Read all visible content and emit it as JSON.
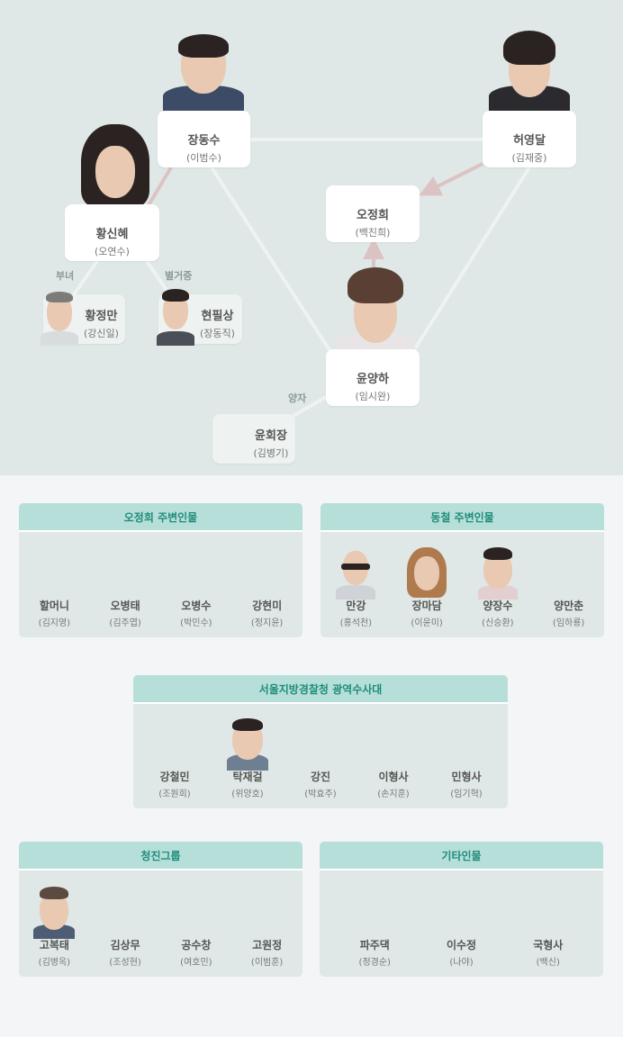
{
  "colors": {
    "top_bg": "#dfe8e6",
    "section_header": "#b7dfda",
    "section_title": "#1f8c78",
    "line_light": "#eef2f2",
    "line_pink": "#dcc3c3"
  },
  "main_chart": {
    "jang_dongsu": {
      "name": "장동수",
      "actor": "(이범수)"
    },
    "heo_yeongdal": {
      "name": "허영달",
      "actor": "(김재중)"
    },
    "hwang_sinhye": {
      "name": "황신혜",
      "actor": "(오연수)"
    },
    "oh_jeonghui": {
      "name": "오정희",
      "actor": "(백진희)"
    },
    "yoon_yangha": {
      "name": "윤양하",
      "actor": "(임시완)"
    },
    "hwang_jeongman": {
      "name": "황정만",
      "actor": "(강신일)"
    },
    "hyeon_pilsang": {
      "name": "현필상",
      "actor": "(장동직)"
    },
    "yoon_chairman": {
      "name": "윤회장",
      "actor": "(김병기)"
    },
    "relations": {
      "father_daughter": "부녀",
      "separated": "별거중",
      "adopted_son": "양자"
    }
  },
  "sections": [
    {
      "title": "오정희 주변인물",
      "members": [
        {
          "name": "할머니",
          "actor": "(김지영)"
        },
        {
          "name": "오병태",
          "actor": "(김주엽)"
        },
        {
          "name": "오병수",
          "actor": "(박민수)"
        },
        {
          "name": "강현미",
          "actor": "(정지윤)"
        }
      ]
    },
    {
      "title": "동철 주변인물",
      "members": [
        {
          "name": "만강",
          "actor": "(홍석천)"
        },
        {
          "name": "장마담",
          "actor": "(이윤미)"
        },
        {
          "name": "양장수",
          "actor": "(신승환)"
        },
        {
          "name": "양만춘",
          "actor": "(임하룡)"
        }
      ]
    },
    {
      "title": "서울지방경찰청 광역수사대",
      "members": [
        {
          "name": "강철민",
          "actor": "(조원희)"
        },
        {
          "name": "탁재걸",
          "actor": "(위양호)"
        },
        {
          "name": "강진",
          "actor": "(박효주)"
        },
        {
          "name": "이형사",
          "actor": "(손지훈)"
        },
        {
          "name": "민형사",
          "actor": "(임기혁)"
        }
      ]
    },
    {
      "title": "청진그룹",
      "members": [
        {
          "name": "고복태",
          "actor": "(김병옥)"
        },
        {
          "name": "김상무",
          "actor": "(조성현)"
        },
        {
          "name": "공수창",
          "actor": "(여호민)"
        },
        {
          "name": "고원정",
          "actor": "(이범훈)"
        }
      ]
    },
    {
      "title": "기타인물",
      "members": [
        {
          "name": "파주댁",
          "actor": "(정경순)"
        },
        {
          "name": "이수정",
          "actor": "(나야)"
        },
        {
          "name": "국형사",
          "actor": "(백신)"
        }
      ]
    }
  ]
}
